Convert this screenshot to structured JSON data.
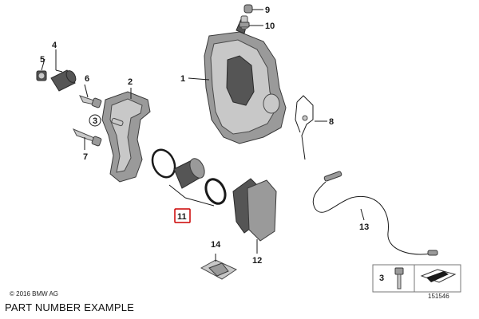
{
  "diagram": {
    "callouts": [
      "1",
      "2",
      "3",
      "4",
      "5",
      "6",
      "7",
      "8",
      "9",
      "10",
      "11",
      "12",
      "13",
      "14",
      "3"
    ],
    "highlight_color": "#cc0000",
    "copyright": "© 2016 BMW AG",
    "caption": "PART NUMBER EXAMPLE",
    "reference_number": "151546"
  }
}
